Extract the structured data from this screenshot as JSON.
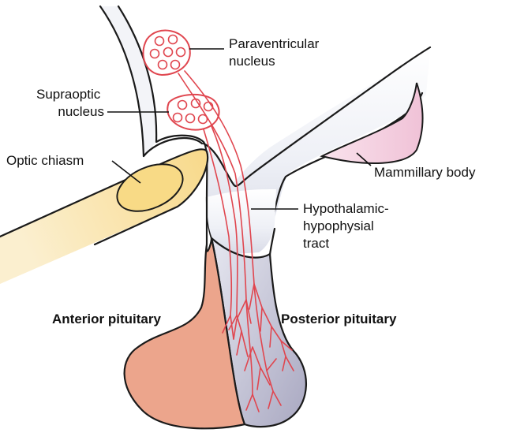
{
  "labels": {
    "paraventricular": [
      "Paraventricular",
      "nucleus"
    ],
    "supraoptic": [
      "Supraoptic",
      "nucleus"
    ],
    "optic_chiasm": "Optic chiasm",
    "mammillary_body": "Mammillary body",
    "tract": [
      "Hypothalamic-",
      "hypophysial",
      "tract"
    ],
    "anterior_pituitary": "Anterior pituitary",
    "posterior_pituitary": "Posterior pituitary"
  },
  "colors": {
    "outline": "#1a1a1a",
    "nerve": "#e0464f",
    "optic_chiasm": "#f8dc8e",
    "anterior_pituitary": "#eca58c",
    "posterior_pituitary": "#b9b8cc",
    "mammillary_body": "#f4cfe0",
    "infundibulum": "#e4e6f0"
  }
}
